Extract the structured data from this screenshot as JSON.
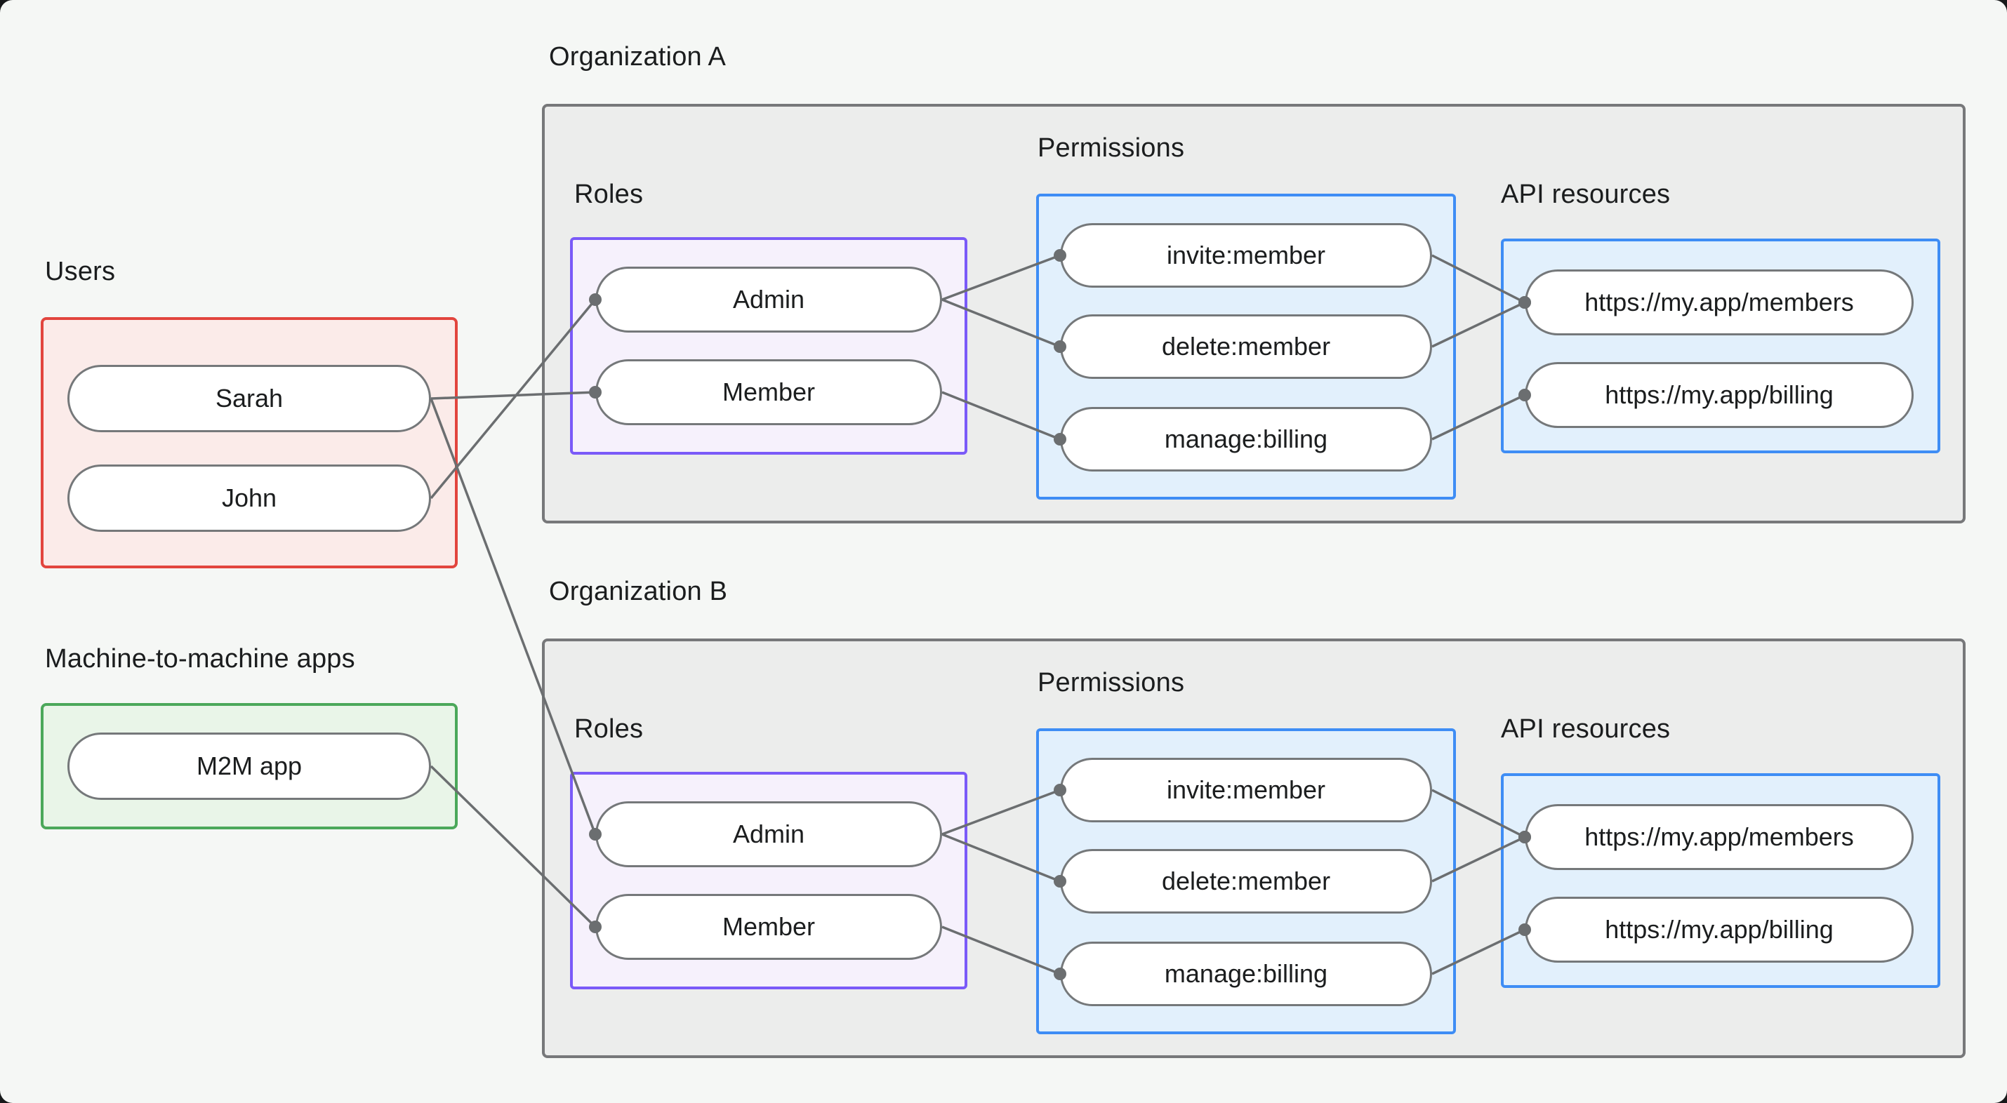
{
  "colors": {
    "background": "#F5F7F5",
    "text": "#1B1D1E",
    "org_fill": "#ECEDEC",
    "org_border": "#77787A",
    "users_fill": "#FBEBE9",
    "users_border": "#E2453E",
    "m2m_fill": "#E9F5E8",
    "m2m_border": "#4BA85A",
    "roles_fill": "#F6F1FC",
    "roles_border": "#7A5AF8",
    "perm_fill": "#E2F0FC",
    "perm_border": "#3E8DF5",
    "pill_fill": "#FFFFFF",
    "pill_border": "#75787A",
    "edge": "#6B6E70"
  },
  "sections": {
    "users": {
      "label": "Users",
      "items": [
        {
          "id": "sarah",
          "label": "Sarah"
        },
        {
          "id": "john",
          "label": "John"
        }
      ]
    },
    "m2m": {
      "label": "Machine-to-machine apps",
      "items": [
        {
          "id": "m2m-app",
          "label": "M2M app"
        }
      ]
    },
    "orgA": {
      "title": "Organization A",
      "roles_label": "Roles",
      "permissions_label": "Permissions",
      "api_label": "API resources",
      "roles": [
        {
          "id": "orgA-admin",
          "label": "Admin"
        },
        {
          "id": "orgA-member",
          "label": "Member"
        }
      ],
      "permissions": [
        {
          "id": "orgA-invite",
          "label": "invite:member"
        },
        {
          "id": "orgA-delete",
          "label": "delete:member"
        },
        {
          "id": "orgA-manage",
          "label": "manage:billing"
        }
      ],
      "apis": [
        {
          "id": "orgA-members-api",
          "label": "https://my.app/members"
        },
        {
          "id": "orgA-billing-api",
          "label": "https://my.app/billing"
        }
      ]
    },
    "orgB": {
      "title": "Organization B",
      "roles_label": "Roles",
      "permissions_label": "Permissions",
      "api_label": "API resources",
      "roles": [
        {
          "id": "orgB-admin",
          "label": "Admin"
        },
        {
          "id": "orgB-member",
          "label": "Member"
        }
      ],
      "permissions": [
        {
          "id": "orgB-invite",
          "label": "invite:member"
        },
        {
          "id": "orgB-delete",
          "label": "delete:member"
        },
        {
          "id": "orgB-manage",
          "label": "manage:billing"
        }
      ],
      "apis": [
        {
          "id": "orgB-members-api",
          "label": "https://my.app/members"
        },
        {
          "id": "orgB-billing-api",
          "label": "https://my.app/billing"
        }
      ]
    }
  },
  "edges": [
    {
      "from": "sarah",
      "to": "orgA-member"
    },
    {
      "from": "john",
      "to": "orgA-admin"
    },
    {
      "from": "sarah",
      "to": "orgB-admin"
    },
    {
      "from": "m2m-app",
      "to": "orgB-member"
    },
    {
      "from": "orgA-admin",
      "to": "orgA-invite"
    },
    {
      "from": "orgA-admin",
      "to": "orgA-delete"
    },
    {
      "from": "orgA-member",
      "to": "orgA-manage"
    },
    {
      "from": "orgA-invite",
      "to": "orgA-members-api"
    },
    {
      "from": "orgA-delete",
      "to": "orgA-members-api"
    },
    {
      "from": "orgA-manage",
      "to": "orgA-billing-api"
    },
    {
      "from": "orgB-admin",
      "to": "orgB-invite"
    },
    {
      "from": "orgB-admin",
      "to": "orgB-delete"
    },
    {
      "from": "orgB-member",
      "to": "orgB-manage"
    },
    {
      "from": "orgB-invite",
      "to": "orgB-members-api"
    },
    {
      "from": "orgB-delete",
      "to": "orgB-members-api"
    },
    {
      "from": "orgB-manage",
      "to": "orgB-billing-api"
    }
  ]
}
